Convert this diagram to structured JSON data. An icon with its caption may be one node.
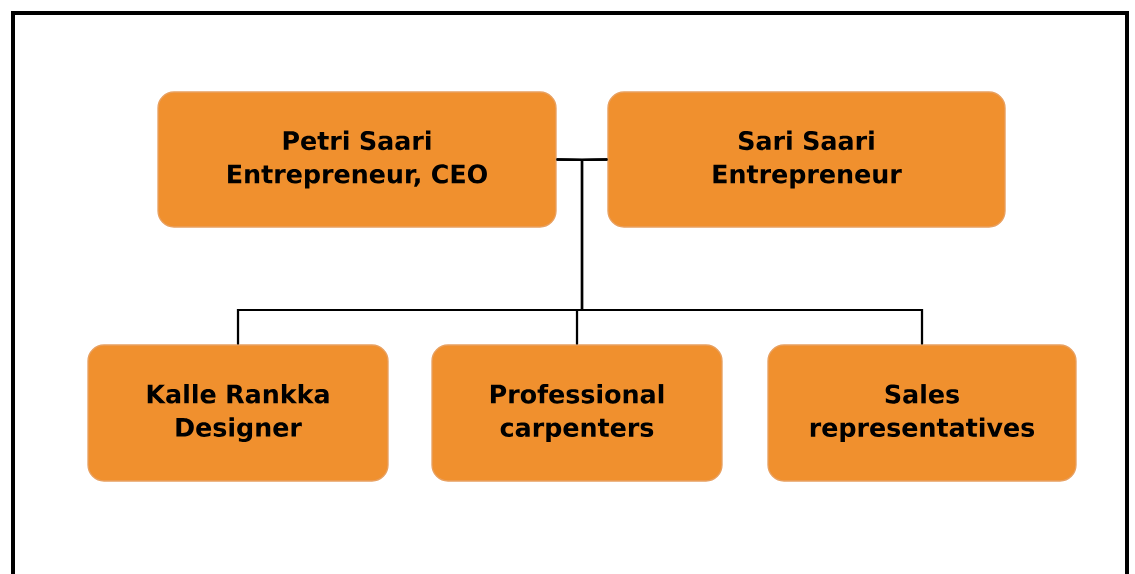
{
  "diagram": {
    "nodes": [
      {
        "text": [
          "Petri Saari",
          "Entrepreneur, CEO"
        ]
      },
      {
        "text": [
          "Sari Saari",
          "Entrepreneur"
        ]
      },
      {
        "text": [
          "Kalle Rankka",
          "Designer"
        ]
      },
      {
        "text": [
          "Professional carpenters"
        ]
      },
      {
        "text": [
          "Sales representatives"
        ]
      }
    ],
    "edges": [
      {
        "from": 0,
        "to": 1,
        "arrow": "none"
      },
      {
        "from": 0,
        "to": 2,
        "arrow": "none"
      },
      {
        "from": 0,
        "to": 3,
        "arrow": "none"
      },
      {
        "from": 0,
        "to": 4,
        "arrow": "none"
      },
      {
        "from": 1,
        "to": 2,
        "arrow": "none"
      },
      {
        "from": 1,
        "to": 3,
        "arrow": "none"
      },
      {
        "from": 1,
        "to": 4,
        "arrow": "none"
      }
    ]
  }
}
